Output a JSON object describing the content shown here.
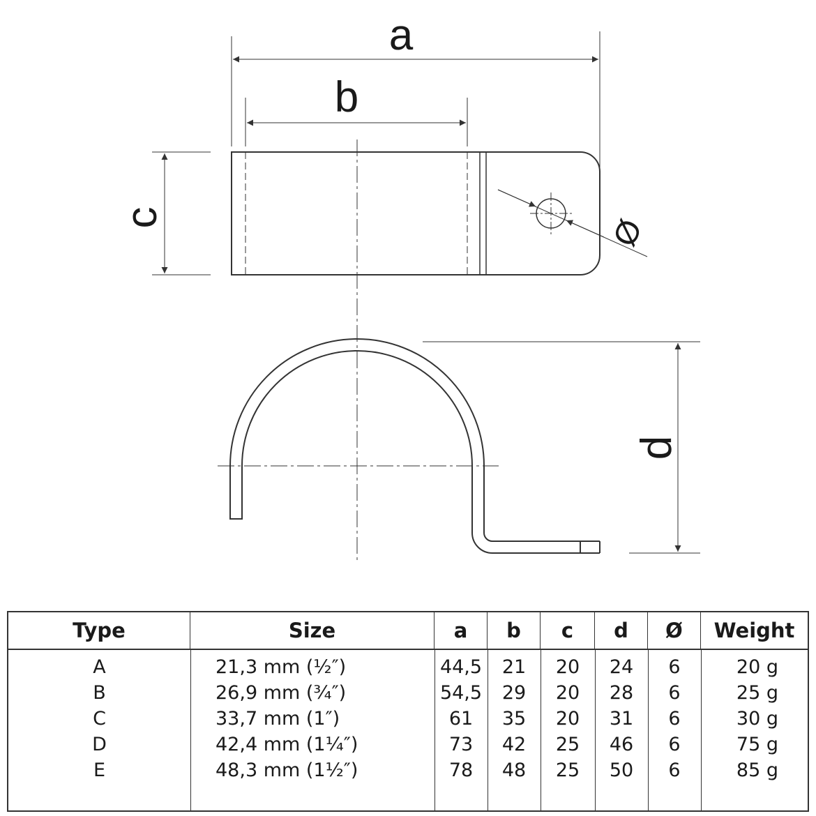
{
  "labels": {
    "a": "a",
    "b": "b",
    "c": "c",
    "d": "d",
    "diameter": "Ø"
  },
  "table": {
    "headers": [
      "Type",
      "Size",
      "a",
      "b",
      "c",
      "d",
      "Ø",
      "Weight"
    ],
    "rows": [
      [
        "A",
        "21,3 mm (½″)",
        "44,5",
        "21",
        "20",
        "24",
        "6",
        "20 g"
      ],
      [
        "B",
        "26,9 mm (¾″)",
        "54,5",
        "29",
        "20",
        "28",
        "6",
        "25 g"
      ],
      [
        "C",
        "33,7 mm (1″)",
        "61",
        "35",
        "20",
        "31",
        "6",
        "30 g"
      ],
      [
        "D",
        "42,4 mm (1¼″)",
        "73",
        "42",
        "25",
        "46",
        "6",
        "75 g"
      ],
      [
        "E",
        "48,3 mm (1½″)",
        "78",
        "48",
        "25",
        "50",
        "6",
        "85 g"
      ]
    ]
  },
  "colors": {
    "line": "#333333",
    "text": "#1a1a1a",
    "background": "#ffffff"
  }
}
